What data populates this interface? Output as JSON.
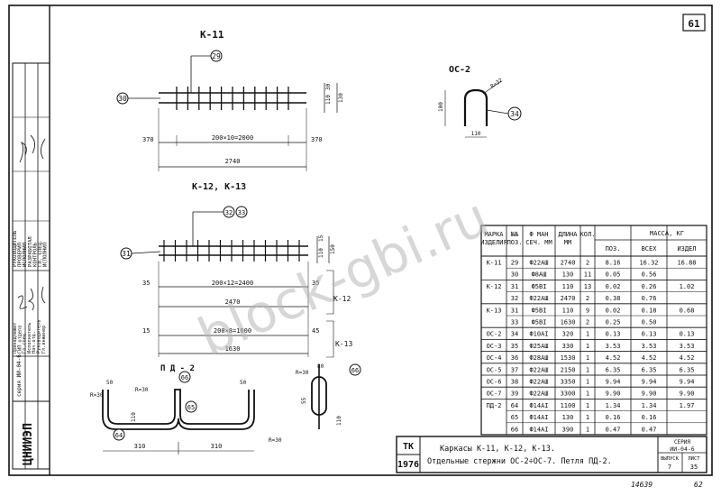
{
  "sheet_number": "61",
  "corner_code": "14639",
  "corner_page": "62",
  "watermark": "block-gbi.ru",
  "left_strip": {
    "brand": "ЦНИИЭП",
    "series": "серия ИИ-04-6",
    "stamp_lines": [
      "Принадлежит",
      "ГИП отдела",
      "Гл.спец",
      "Исполнитель",
      "Нач.отд.",
      "Руководитель",
      "Гл.инженер"
    ],
    "role_rows": [
      "РУКОВОДИТЕЛЬ",
      "ПРОВЕРИЛ",
      "ИСПОЛНИЛ",
      "РАЗРАБОТАЛ",
      "КОНТРОЛЬ",
      "ГЛ. СПЕЦ.",
      "ИСПОЛНИЛ"
    ]
  },
  "k11": {
    "title": "К-11",
    "callout_top": "29",
    "callout_left": "30",
    "dim_bottom": "200×10=2000",
    "dim_left": "370",
    "dim_right": "370",
    "total": "2740",
    "dim_side": [
      "30",
      "110",
      "130"
    ]
  },
  "k12": {
    "title": "К-12, К-13",
    "callout_top": "32",
    "callout_top2": "33",
    "callout_left": "31",
    "dim_top": "200×12=2400",
    "left35": "35",
    "right35": "35",
    "total": "2470",
    "label_k12": "К-12",
    "dim_mid": "200×8=1600",
    "left15": "15",
    "right15": "45",
    "total2": "1630",
    "label_k13": "К-13",
    "dim_side": [
      "15",
      "110",
      "150"
    ]
  },
  "oc2": {
    "title": "ОС-2",
    "callout": "34",
    "r": "R=32",
    "h": "100",
    "w": "110"
  },
  "pd2": {
    "title": "П Д - 2",
    "callouts": [
      "64",
      "65",
      "66"
    ],
    "r_left": "R=30",
    "r_mid": "R=30",
    "r_right": "R=30",
    "d50a": "50",
    "d50b": "50",
    "d110": "110",
    "d310a": "310",
    "d310b": "310",
    "detail_r": "R=30",
    "detail_d": "80",
    "detail_callout": "66",
    "detail_55": "55",
    "detail_d110": "110"
  },
  "table": {
    "headers": [
      "МАРКА ИЗДЕЛИЯ",
      "№№ ПОЗ.",
      "Ф МАН СЕЧ. ММ",
      "ДЛИНА ММ",
      "КОЛ.",
      "ПОЗ.",
      "ВСЕХ",
      "ИЗДЕЛ"
    ],
    "mass_header": "МАССА, КГ",
    "rows": [
      [
        "К-11",
        "29",
        "Ф22АШ",
        "2740",
        "2",
        "8.16",
        "16.32",
        "16.88"
      ],
      [
        "",
        "30",
        "Ф8АШ",
        "130",
        "11",
        "0.05",
        "0.56",
        ""
      ],
      [
        "К-12",
        "31",
        "Ф5ВI",
        "110",
        "13",
        "0.02",
        "0.26",
        "1.02"
      ],
      [
        "",
        "32",
        "Ф22АШ",
        "2470",
        "2",
        "0.38",
        "0.76",
        ""
      ],
      [
        "К-13",
        "31",
        "Ф5ВI",
        "110",
        "9",
        "0.02",
        "0.18",
        "0.68"
      ],
      [
        "",
        "33",
        "Ф5ВI",
        "1630",
        "2",
        "0.25",
        "0.50",
        ""
      ],
      [
        "ОС-2",
        "34",
        "Ф10АI",
        "320",
        "1",
        "0.13",
        "0.13",
        "0.13"
      ],
      [
        "ОС-3",
        "35",
        "Ф25АШ",
        "330",
        "1",
        "3.53",
        "3.53",
        "3.53"
      ],
      [
        "ОС-4",
        "36",
        "Ф28АШ",
        "1530",
        "1",
        "4.52",
        "4.52",
        "4.52"
      ],
      [
        "ОС-5",
        "37",
        "Ф22АШ",
        "2150",
        "1",
        "6.35",
        "6.35",
        "6.35"
      ],
      [
        "ОС-6",
        "38",
        "Ф22АШ",
        "3350",
        "1",
        "9.94",
        "9.94",
        "9.94"
      ],
      [
        "ОС-7",
        "39",
        "Ф22АШ",
        "3300",
        "1",
        "9.90",
        "9.90",
        "9.90"
      ],
      [
        "ПД-2",
        "64",
        "Ф14АI",
        "1100",
        "1",
        "1.34",
        "1.34",
        "1.97"
      ],
      [
        "",
        "65",
        "Ф14АI",
        "130",
        "1",
        "0.16",
        "0.16",
        ""
      ],
      [
        "",
        "66",
        "Ф14АI",
        "390",
        "1",
        "0.47",
        "0.47",
        ""
      ]
    ]
  },
  "title_block": {
    "tk": "ТК",
    "year": "1976",
    "line1": "Каркасы К-11, К-12, К-13.",
    "line2": "Отдельные стержни ОС-2÷ОС-7. Петля ПД-2.",
    "series_label": "СЕРИЯ",
    "series_value": "ИИ-04-6",
    "vyp_label": "ВЫПУСК",
    "vyp_value": "7",
    "list_label": "ЛИСТ",
    "list_value": "35"
  }
}
